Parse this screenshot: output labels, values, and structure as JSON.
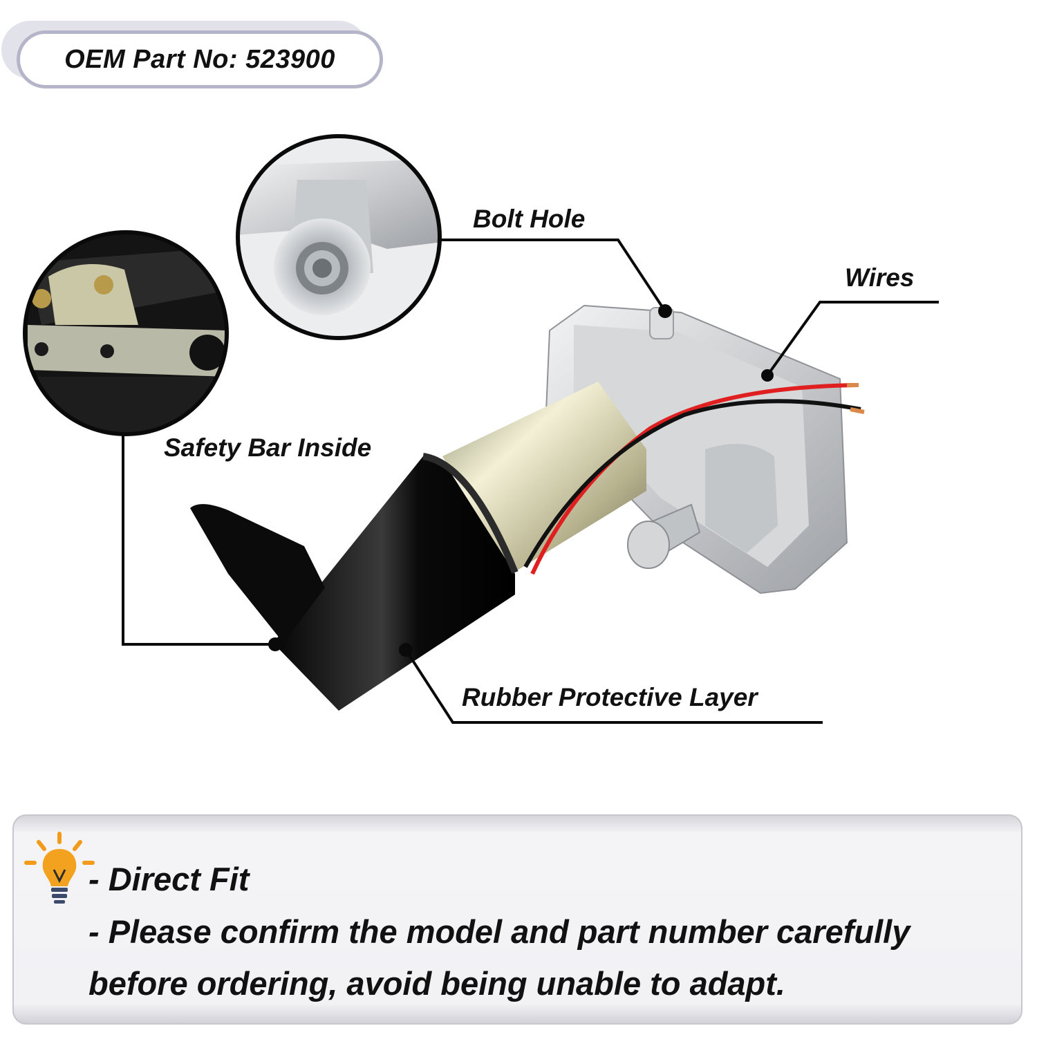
{
  "badge": {
    "text": "OEM Part No: 523900"
  },
  "callouts": {
    "bolt_hole": "Bolt Hole",
    "wires": "Wires",
    "safety_bar": "Safety Bar Inside",
    "rubber_layer": "Rubber Protective Layer"
  },
  "info": {
    "line1": "- Direct Fit",
    "line2": "- Please confirm the model and part number carefully",
    "line3": "before ordering, avoid being unable to adapt.",
    "icon": "lightbulb-icon"
  },
  "colors": {
    "badge_border": "#b4b5c9",
    "bulb_orange": "#f29a1a",
    "wire_red": "#e02020"
  }
}
